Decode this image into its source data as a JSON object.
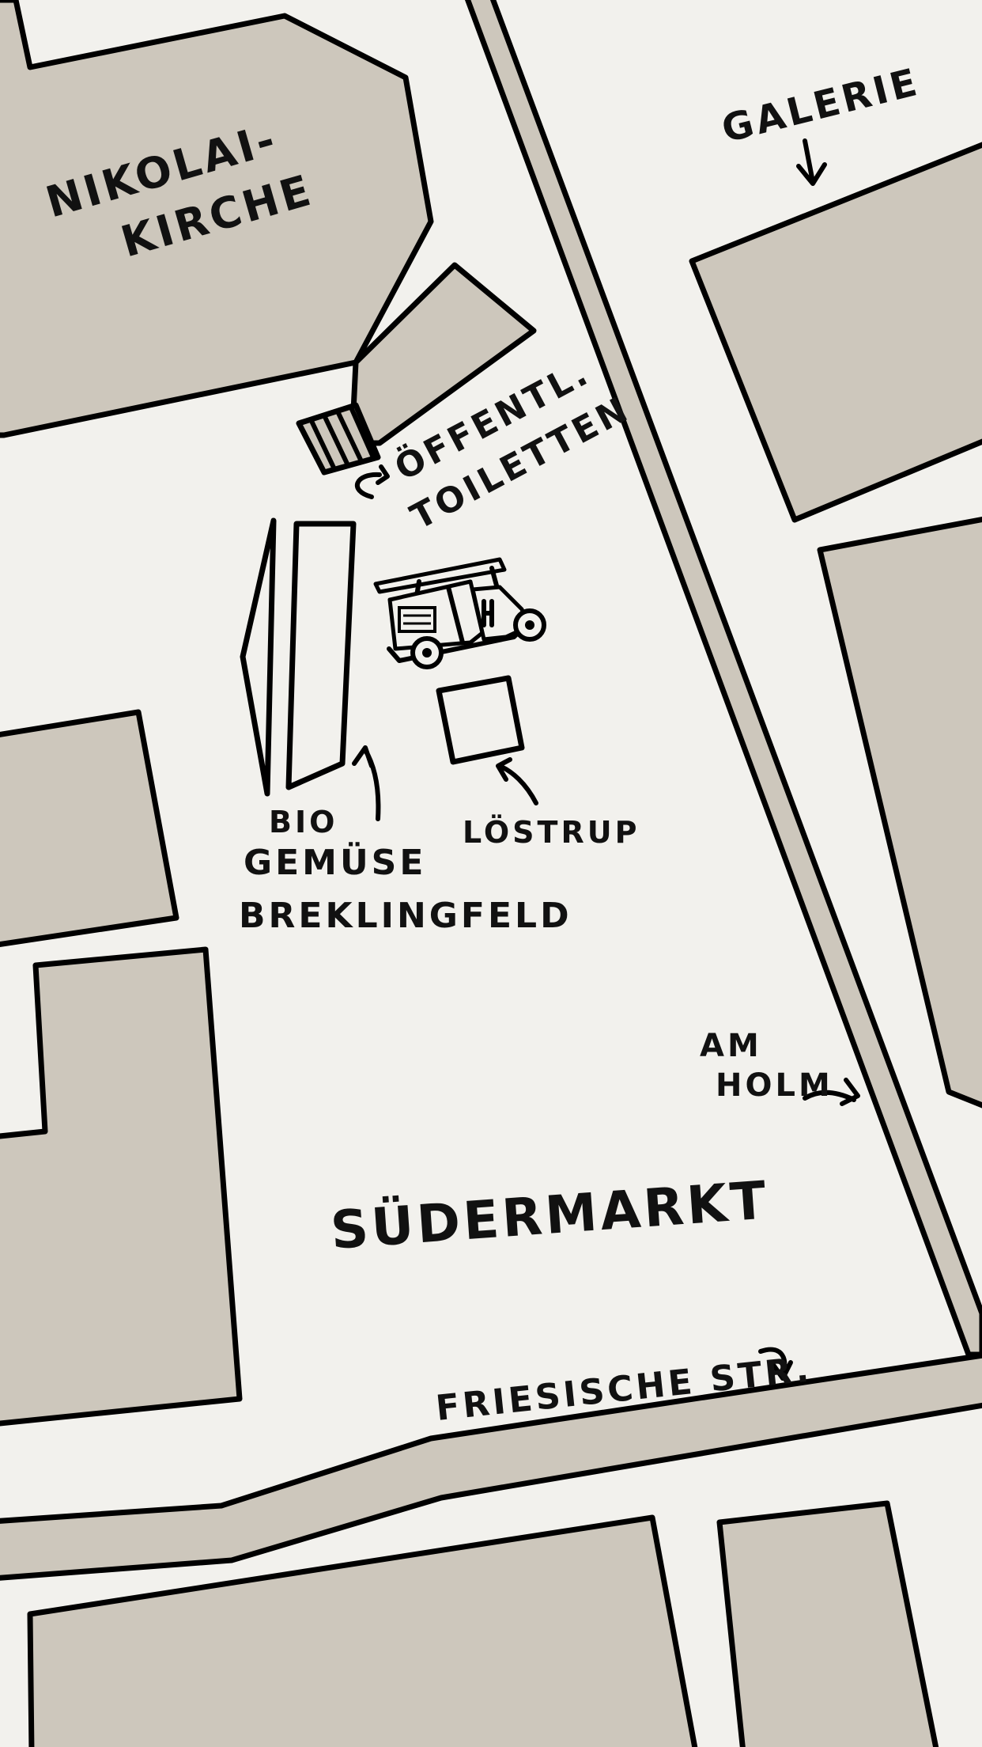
{
  "map": {
    "background_color": "#f2f1ed",
    "block_color": "#cdc7bc",
    "line_color": "#000000",
    "labels": {
      "church_line1": "NIKOLAI-",
      "church_line2": "KIRCHE",
      "gallery": "GALERIE",
      "toilets_line1": "ÖFFENTL.",
      "toilets_line2": "TOILETTEN",
      "organic_line1": "BIO",
      "organic_line2": "GEMÜSE",
      "organic_line3": "BREKLINGFELD",
      "loestrup": "LÖSTRUP",
      "am_holm_line1": "AM",
      "am_holm_line2": "HOLM",
      "square": "SÜDERMARKT",
      "street": "FRIESISCHE STR."
    },
    "icons": [
      "tuk-tuk-icon",
      "staircase-icon",
      "arrow-icon"
    ]
  }
}
